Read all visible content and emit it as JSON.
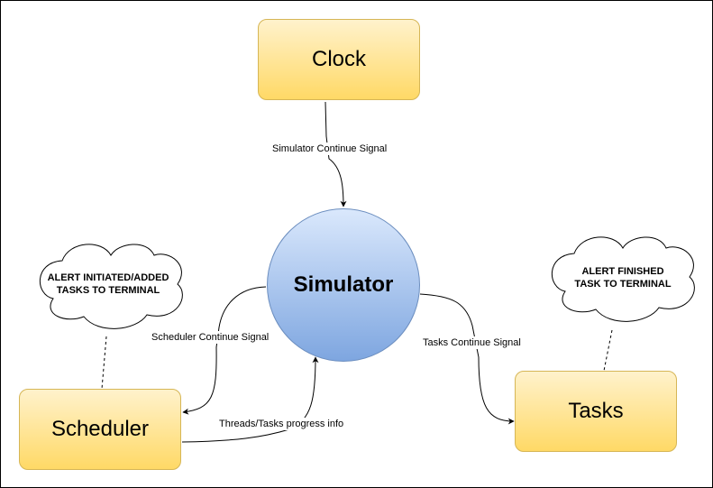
{
  "nodes": {
    "clock": "Clock",
    "simulator": "Simulator",
    "scheduler": "Scheduler",
    "tasks": "Tasks"
  },
  "edges": {
    "simulator_continue": "Simulator Continue Signal",
    "scheduler_continue": "Scheduler Continue Signal",
    "tasks_continue": "Tasks Continue Signal",
    "progress_info": "Threads/Tasks progress info"
  },
  "clouds": {
    "left": [
      "ALERT INITIATED/ADDED",
      "TASKS TO TERMINAL"
    ],
    "right": [
      "ALERT FINISHED",
      "TASK TO TERMINAL"
    ]
  },
  "colors": {
    "box_fill_top": "#fff2cc",
    "box_fill_bottom": "#ffd966",
    "box_border": "#d6b656",
    "circle_fill_top": "#dae8fc",
    "circle_fill_bottom": "#7ea6e0",
    "circle_border": "#6c8ebf"
  }
}
